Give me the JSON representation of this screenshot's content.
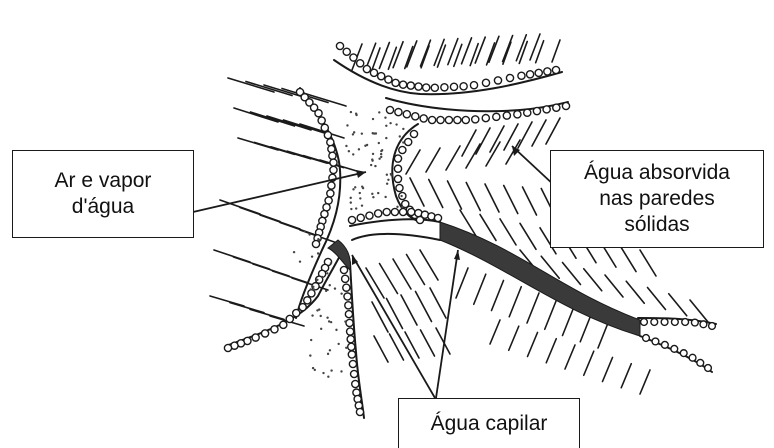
{
  "labels": {
    "air": "Ar e vapor\nd'água",
    "adsorbed": "Água absorvida\nnas paredes\nsólidas",
    "capillary": "Água capilar"
  },
  "colors": {
    "ink": "#1a1a1a",
    "capillary_fill": "#3a3a3a",
    "background": "#ffffff"
  }
}
